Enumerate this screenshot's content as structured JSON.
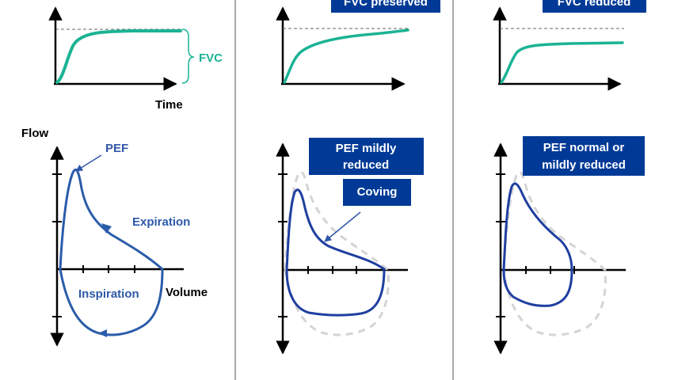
{
  "colors": {
    "teal": "#1bb394",
    "navy_curve": "#1f3fa0",
    "loop_blue": "#2a5caa",
    "pef_blue": "#2f57a8",
    "label_blue": "#2d5aa8",
    "box_bg": "#003a96",
    "ghost": "#d4d4d4",
    "divider": "#a9a9a9",
    "axis": "#000000",
    "dash": "#666666"
  },
  "panel_normal": {
    "fvc_label": "FVC",
    "time_label": "Time",
    "flow_label": "Flow",
    "volume_label": "Volume",
    "pef_label": "PEF",
    "expiration_label": "Expiration",
    "inspiration_label": "Inspiration"
  },
  "panel_obstructive": {
    "fvc_box": "FVC preserved",
    "pef_box_line1": "PEF mildly",
    "pef_box_line2": "reduced",
    "coving_box": "Coving"
  },
  "panel_restrictive": {
    "fvc_box": "FVC reduced",
    "pef_box_line1": "PEF normal or",
    "pef_box_line2": "mildly reduced"
  },
  "icons": {
    "arrowhead": "triangle-arrow"
  }
}
